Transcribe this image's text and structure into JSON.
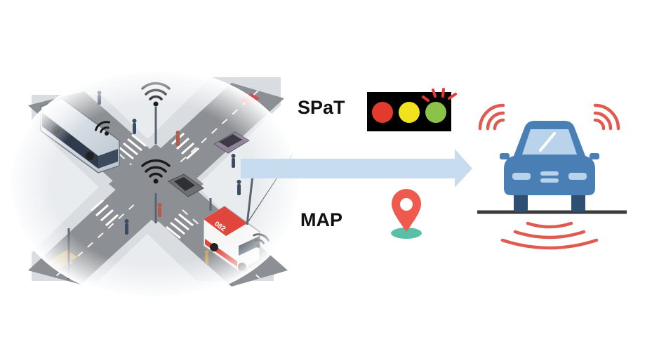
{
  "labels": {
    "spat": "SPaT",
    "map": "MAP"
  },
  "scene": {
    "ambulance_number": "082"
  },
  "icons": {
    "traffic_light": "traffic-light-icon",
    "map_pin": "map-pin-icon",
    "connected_car": "connected-car-icon",
    "wifi_signal": "wifi-signal-icon",
    "flow_arrow": "arrow-right-icon"
  },
  "colors": {
    "arrow": "#c7dcee",
    "signal_red": "#e33a2e",
    "signal_yellow": "#f2e21d",
    "signal_green": "#8bc34a",
    "car_body": "#4a7fb5",
    "sensor_waves": "#e05a4f",
    "pin": "#ee5a4e",
    "pin_base": "#5bbfa8"
  }
}
